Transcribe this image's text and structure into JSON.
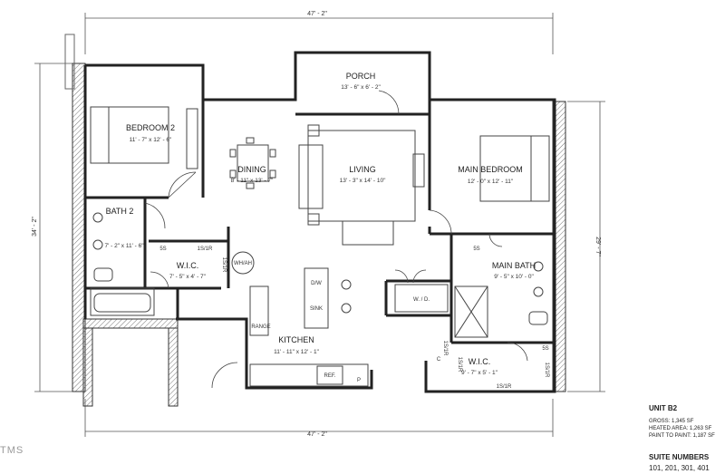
{
  "dimensions": {
    "top": "47' - 2\"",
    "bottom": "47' - 2\"",
    "left": "34' - 2\"",
    "right": "29' - 7\""
  },
  "rooms": {
    "porch": {
      "name": "PORCH",
      "size": "13' - 6\" x 6' - 2\""
    },
    "bedroom2": {
      "name": "BEDROOM 2",
      "size": "11' - 7\" x 12' - 6\""
    },
    "dining": {
      "name": "DINING",
      "size": "8' - 11\" x 13' - 7\""
    },
    "living": {
      "name": "LIVING",
      "size": "13' - 3\" x 14' - 10\""
    },
    "main_bedroom": {
      "name": "MAIN BEDROOM",
      "size": "12' - 0\" x 12' - 11\""
    },
    "bath2": {
      "name": "BATH 2",
      "size": "7' - 2\" x 11' - 6\""
    },
    "wic1": {
      "name": "W.I.C.",
      "size": "7' - 5\" x 4' - 7\""
    },
    "main_bath": {
      "name": "MAIN BATH",
      "size": "9' - 5\" x 10' - 0\""
    },
    "kitchen": {
      "name": "KITCHEN",
      "size": "11' - 11\" x 12' - 1\""
    },
    "wic2": {
      "name": "W.I.C.",
      "size": "9' - 7\" x 5' - 1\""
    }
  },
  "fixtures": {
    "whah": "WH/AH",
    "dw": "D/W",
    "sink": "SINK",
    "range": "RANGE",
    "ref": "REF.",
    "pantry": "P",
    "wd": "W. / D.",
    "closet": "C",
    "shelf_5s": "5S",
    "shelf_1s1r": "1S/1R"
  },
  "unit": {
    "title": "UNIT B2",
    "gross": "GROSS: 1,345 SF",
    "heated": "HEATED AREA: 1,263 SF",
    "paint": "PAINT TO PAINT: 1,187 SF"
  },
  "suites": {
    "label": "SUITE NUMBERS",
    "values": "101, 201, 301, 401"
  },
  "logo_text": "TMS"
}
